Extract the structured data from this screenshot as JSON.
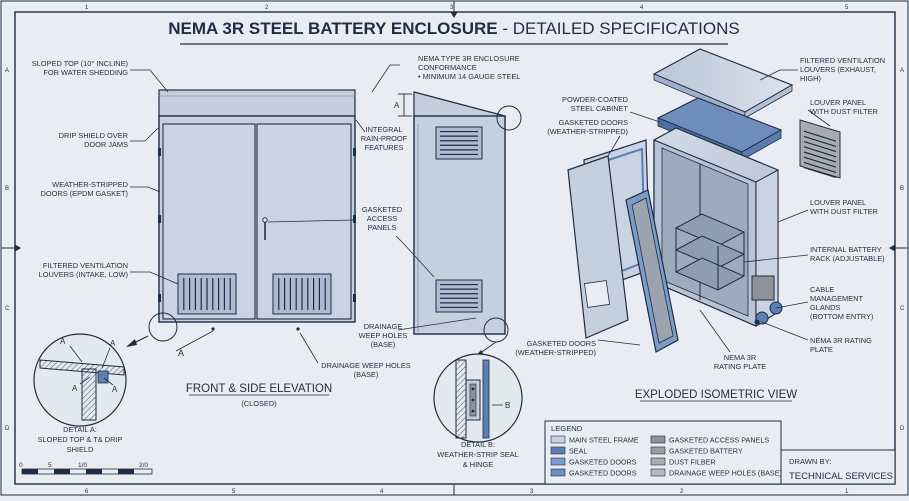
{
  "title": {
    "bold": "NEMA 3R STEEL BATTERY ENCLOSURE",
    "rest": " - DETAILED SPECIFICATIONS"
  },
  "grid": {
    "top_numbers": [
      "1",
      "2",
      "3",
      "4",
      "5"
    ],
    "bottom_numbers": [
      "6",
      "5",
      "4",
      "3",
      "2",
      "1"
    ],
    "side_letters": [
      "A",
      "B",
      "C",
      "D"
    ]
  },
  "elevation": {
    "labels": {
      "sloped_top": [
        "SLOPED TOP (10° INCLINE)",
        "FOR WATER SHEDDING"
      ],
      "drip_shield": [
        "DRIP SHIELD OVER",
        "DOOR JAMS"
      ],
      "weather_doors": [
        "WEATHER-STRIPPED",
        "DOORS (EPDM GASKET)"
      ],
      "louvers": [
        "FILTERED VENTILATION",
        "LOUVERS (INTAKE, LOW)"
      ],
      "nema_conformance": [
        "NEMA TYPE 3R ENCLOSURE",
        "CONFORMANCE",
        "• MINIMUM 14 GAUGE STEEL"
      ],
      "rain_proof": [
        "INTEGRAL",
        "RAIN-PROOF",
        "FEATURES"
      ],
      "gasketed_panels": [
        "GASKETED",
        "ACCESS",
        "PANELS"
      ],
      "drainage_side": [
        "DRAINAGE",
        "WEEP HOLES",
        "(BASE)"
      ],
      "drainage_base": [
        "DRAINAGE WEEP HOLES",
        "(BASE)"
      ],
      "marker_a": "A"
    },
    "caption": "FRONT & SIDE ELEVATION",
    "sub_caption": "(CLOSED)"
  },
  "detail_a": {
    "marker": "A",
    "caption": [
      "DETAIL A:",
      "SLOPED TOP & T& DRIP",
      "SHIELD"
    ]
  },
  "detail_b": {
    "marker": "B",
    "caption": [
      "DETAIL B:",
      "WEATHER-STRIP SEAL",
      "& HINGE"
    ]
  },
  "scale": {
    "ticks": [
      "0",
      "5",
      "1/0",
      "2/0"
    ]
  },
  "exploded": {
    "labels": {
      "louvers_exhaust": [
        "FILTERED VENTILATION",
        "LOUVERS (EXHAUST,",
        "HIGH)"
      ],
      "powder_coated": [
        "POWDER-COATED",
        "STEEL CABINET"
      ],
      "gasketed_doors_top": [
        "GASKETED DOORS",
        "(WEATHER-STRIPPED)"
      ],
      "louver_panel_1": [
        "LOUVER PANEL",
        "WITH DUST FILTER"
      ],
      "louver_panel_2": [
        "LOUVER PANEL",
        "WITH DUST FILTER"
      ],
      "battery_rack": [
        "INTERNAL BATTERY",
        "RACK (ADJUSTABLE)"
      ],
      "cable_glands": [
        "CABLE",
        "MANAGEMENT",
        "GLANDS",
        "(BOTTOM ENTRY)"
      ],
      "rating_plate_right": [
        "NEMA 3R RATING",
        "PLATE"
      ],
      "rating_plate_bottom": [
        "NEMA 3R",
        "RATING PLATE"
      ],
      "gasketed_doors_bottom": [
        "GASKETED DOORS",
        "(WEATHER-STRIPPED)"
      ]
    },
    "caption": "EXPLODED ISOMETRIC VIEW"
  },
  "legend": {
    "title": "LEGEND",
    "items": [
      {
        "label": "MAIN STEEL FRAME",
        "color": "#c8d2e0"
      },
      {
        "label": "SEAL",
        "color": "#5c7fb4"
      },
      {
        "label": "GASKETED DOORS",
        "color": "#7d9bc8"
      },
      {
        "label": "GASKETED DOORS",
        "color": "#6e8dbd"
      },
      {
        "label": "GASKETED ACCESS PANELS",
        "color": "#8e939a"
      },
      {
        "label": "GASKETED BATTERY",
        "color": "#9a9ea4"
      },
      {
        "label": "DUST FILBER",
        "color": "#a8acb2"
      },
      {
        "label": "DRAINAGE WEEP HOLES (BASE)",
        "color": "#b6bac0"
      }
    ]
  },
  "title_block": {
    "drawn_by": "DRAWN BY:",
    "name": "TECHNICAL SERVICES"
  },
  "colors": {
    "background": "#e9edf3",
    "ink": "#1f2d44",
    "steel": "#c5d0df",
    "accent": "#5c7fb4"
  }
}
